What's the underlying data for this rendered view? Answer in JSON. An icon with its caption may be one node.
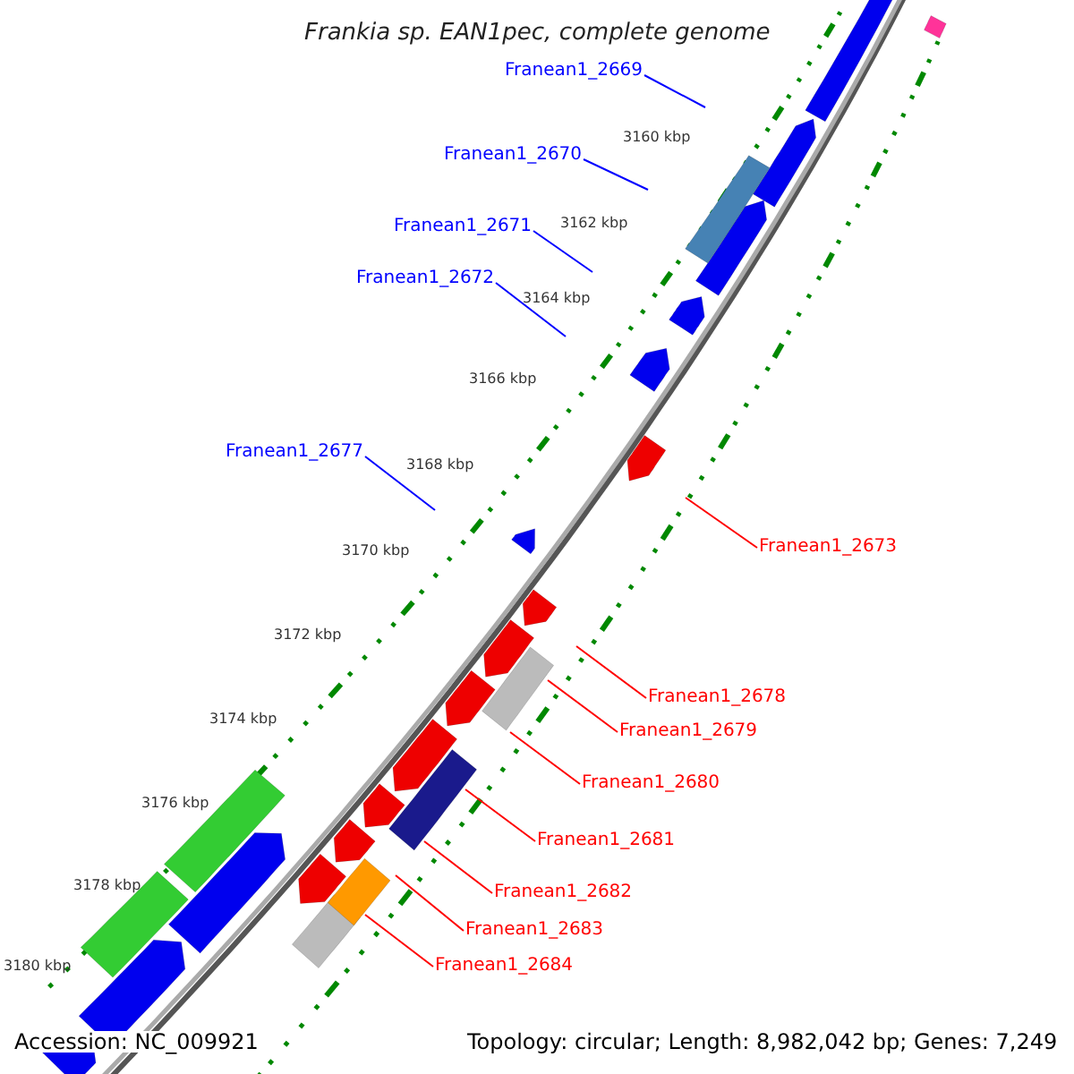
{
  "diagram": {
    "title": "Frankia sp. EAN1pec, complete genome",
    "nodes": [
      {
        "text": [
          "Franean1_2669"
        ]
      },
      {
        "text": [
          "Franean1_2670"
        ]
      },
      {
        "text": [
          "Franean1_2671"
        ]
      },
      {
        "text": [
          "Franean1_2672"
        ]
      },
      {
        "text": [
          "Franean1_2677"
        ]
      },
      {
        "text": [
          "Franean1_2673"
        ]
      },
      {
        "text": [
          "Franean1_2678"
        ]
      },
      {
        "text": [
          "Franean1_2679"
        ]
      },
      {
        "text": [
          "Franean1_2680"
        ]
      },
      {
        "text": [
          "Franean1_2681"
        ]
      },
      {
        "text": [
          "Franean1_2682"
        ]
      },
      {
        "text": [
          "Franean1_2683"
        ]
      },
      {
        "text": [
          "Franean1_2684"
        ]
      }
    ],
    "edges": [
      {
        "from": 0,
        "to": null,
        "arrow": "none",
        "color": "#0000ff"
      },
      {
        "from": 1,
        "to": null,
        "arrow": "none",
        "color": "#0000ff"
      },
      {
        "from": 2,
        "to": null,
        "arrow": "none",
        "color": "#0000ff"
      },
      {
        "from": 3,
        "to": null,
        "arrow": "none",
        "color": "#0000ff"
      },
      {
        "from": 4,
        "to": null,
        "arrow": "none",
        "color": "#0000ff"
      },
      {
        "from": 5,
        "to": null,
        "arrow": "none"
      },
      {
        "from": 6,
        "to": null,
        "arrow": "none"
      },
      {
        "from": 7,
        "to": null,
        "arrow": "none"
      },
      {
        "from": 8,
        "to": null,
        "arrow": "none"
      },
      {
        "from": 9,
        "to": null,
        "arrow": "none"
      },
      {
        "from": 10,
        "to": null,
        "arrow": "none"
      },
      {
        "from": 11,
        "to": null,
        "arrow": "none"
      },
      {
        "from": 12,
        "to": null,
        "arrow": "none"
      }
    ],
    "labels": [
      "3160 kbp",
      "3162 kbp",
      "3164 kbp",
      "3166 kbp",
      "3168 kbp",
      "3170 kbp",
      "3172 kbp",
      "3174 kbp",
      "3176 kbp",
      "3178 kbp",
      "3180 kbp",
      "Accession: NC_009921",
      "Topology: circular; Length: 8,982,042 bp; Genes: 7,249"
    ]
  }
}
